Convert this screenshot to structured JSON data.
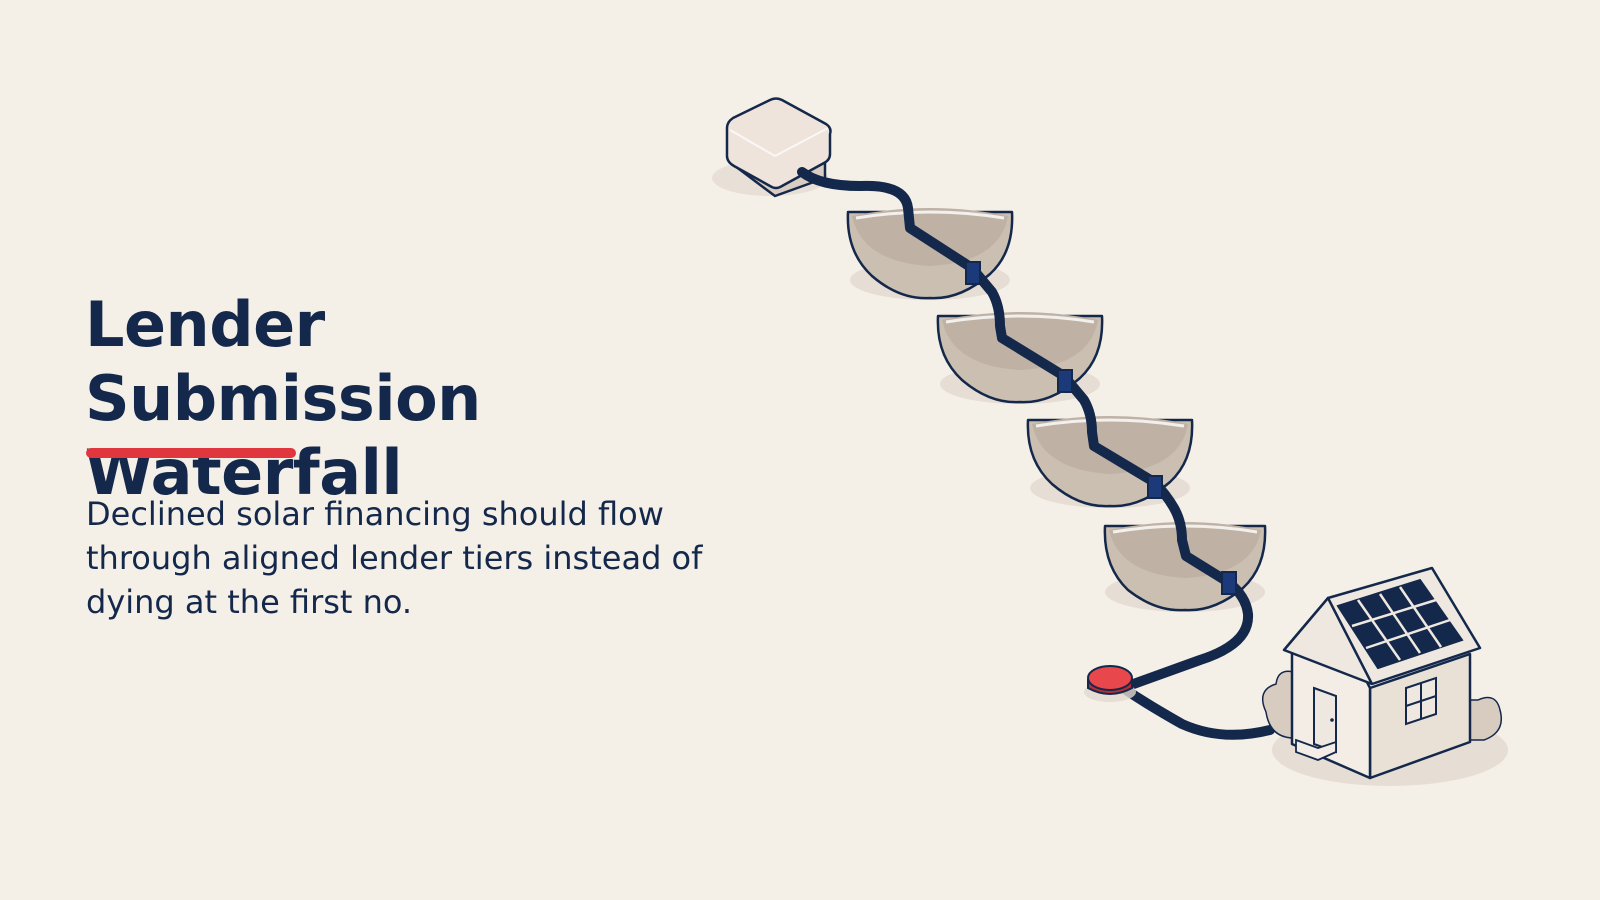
{
  "slide": {
    "title_line1": "Lender Submission",
    "title_line2": "Waterfall",
    "subtitle": "Declined solar financing should flow through aligned lender tiers instead of dying at the first no."
  },
  "colors": {
    "background": "#f4f0e8",
    "text": "#14284b",
    "accent": "#e0373f",
    "bowl": "#cbbfb2",
    "node": "#efe4dc",
    "panel": "#14284b"
  },
  "icons": {
    "source": "submission-source-icon",
    "tiers": "lender-tier-bowl-icon",
    "decline": "decline-stop-icon",
    "home": "solar-home-icon"
  },
  "tier_count": 4
}
